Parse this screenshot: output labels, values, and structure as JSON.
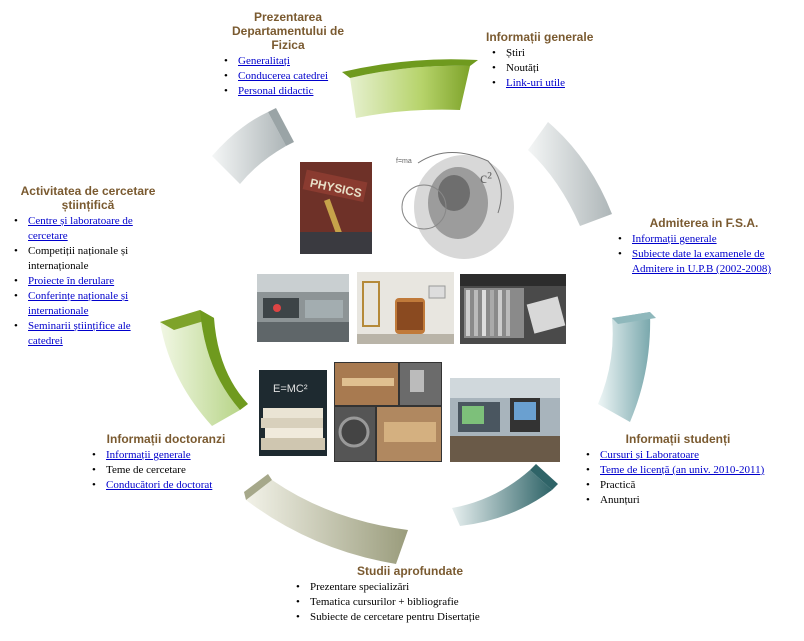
{
  "sections": {
    "prezentarea": {
      "title": "Prezentarea Departamentului de Fizica",
      "items": [
        "Generalitați",
        "Conducerea catedrei",
        "Personal didactic"
      ]
    },
    "informatii_generale": {
      "title": "Informații generale",
      "items": [
        "Știri",
        "Noutăți",
        "Link-uri utile"
      ]
    },
    "admiterea": {
      "title": "Admiterea in F.S.A.",
      "items": [
        "Informații generale",
        "Subiecte date la examenele de Admitere in U.P.B (2002-2008)"
      ]
    },
    "informatii_studenti": {
      "title": "Informații studenți",
      "items": [
        "Cursuri și Laboratoare",
        "Teme de licență (an univ. 2010-2011)",
        "Practică",
        "Anunțuri"
      ]
    },
    "studii_aprofundate": {
      "title": "Studii aprofundate",
      "items": [
        "Prezentare specializări",
        "Tematica cursurilor + bibliografie",
        "Subiecte de cercetare pentru Disertație"
      ]
    },
    "informatii_doctoranzi": {
      "title": "Informații doctoranzi",
      "items": [
        "Informații generale",
        "Teme de cercetare",
        "Conducători de doctorat"
      ]
    },
    "activitatea": {
      "title": "Activitatea de cercetare științifică",
      "items": [
        "Centre și laboratoare de cercetare",
        "Competiții naționale și internaționale",
        "Proiecte în derulare",
        "Conferințe naționale și internationale",
        "Seminarii științifice ale catedrei"
      ]
    }
  },
  "photos": {
    "physics_book_label": "PHYSICS",
    "blackboard_label": "E=MC²"
  },
  "colors": {
    "heading": "#7a5a30",
    "link": "#0000cc",
    "ring_green": "#8fb531",
    "ring_teal": "#6fa3a8",
    "ring_gray": "#b8c0c2",
    "ring_olive": "#a6a88a"
  }
}
